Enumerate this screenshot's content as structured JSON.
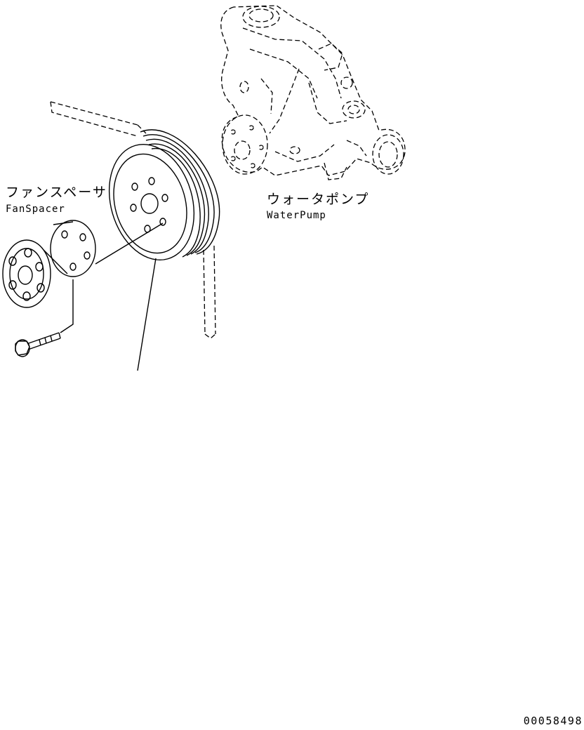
{
  "labels": {
    "fan_spacer_jp": "ファンスペーサ",
    "fan_spacer_en": "FanSpacer",
    "water_pump_jp": "ウォータポンプ",
    "water_pump_en": "WaterPump"
  },
  "drawing_code": "00058498"
}
